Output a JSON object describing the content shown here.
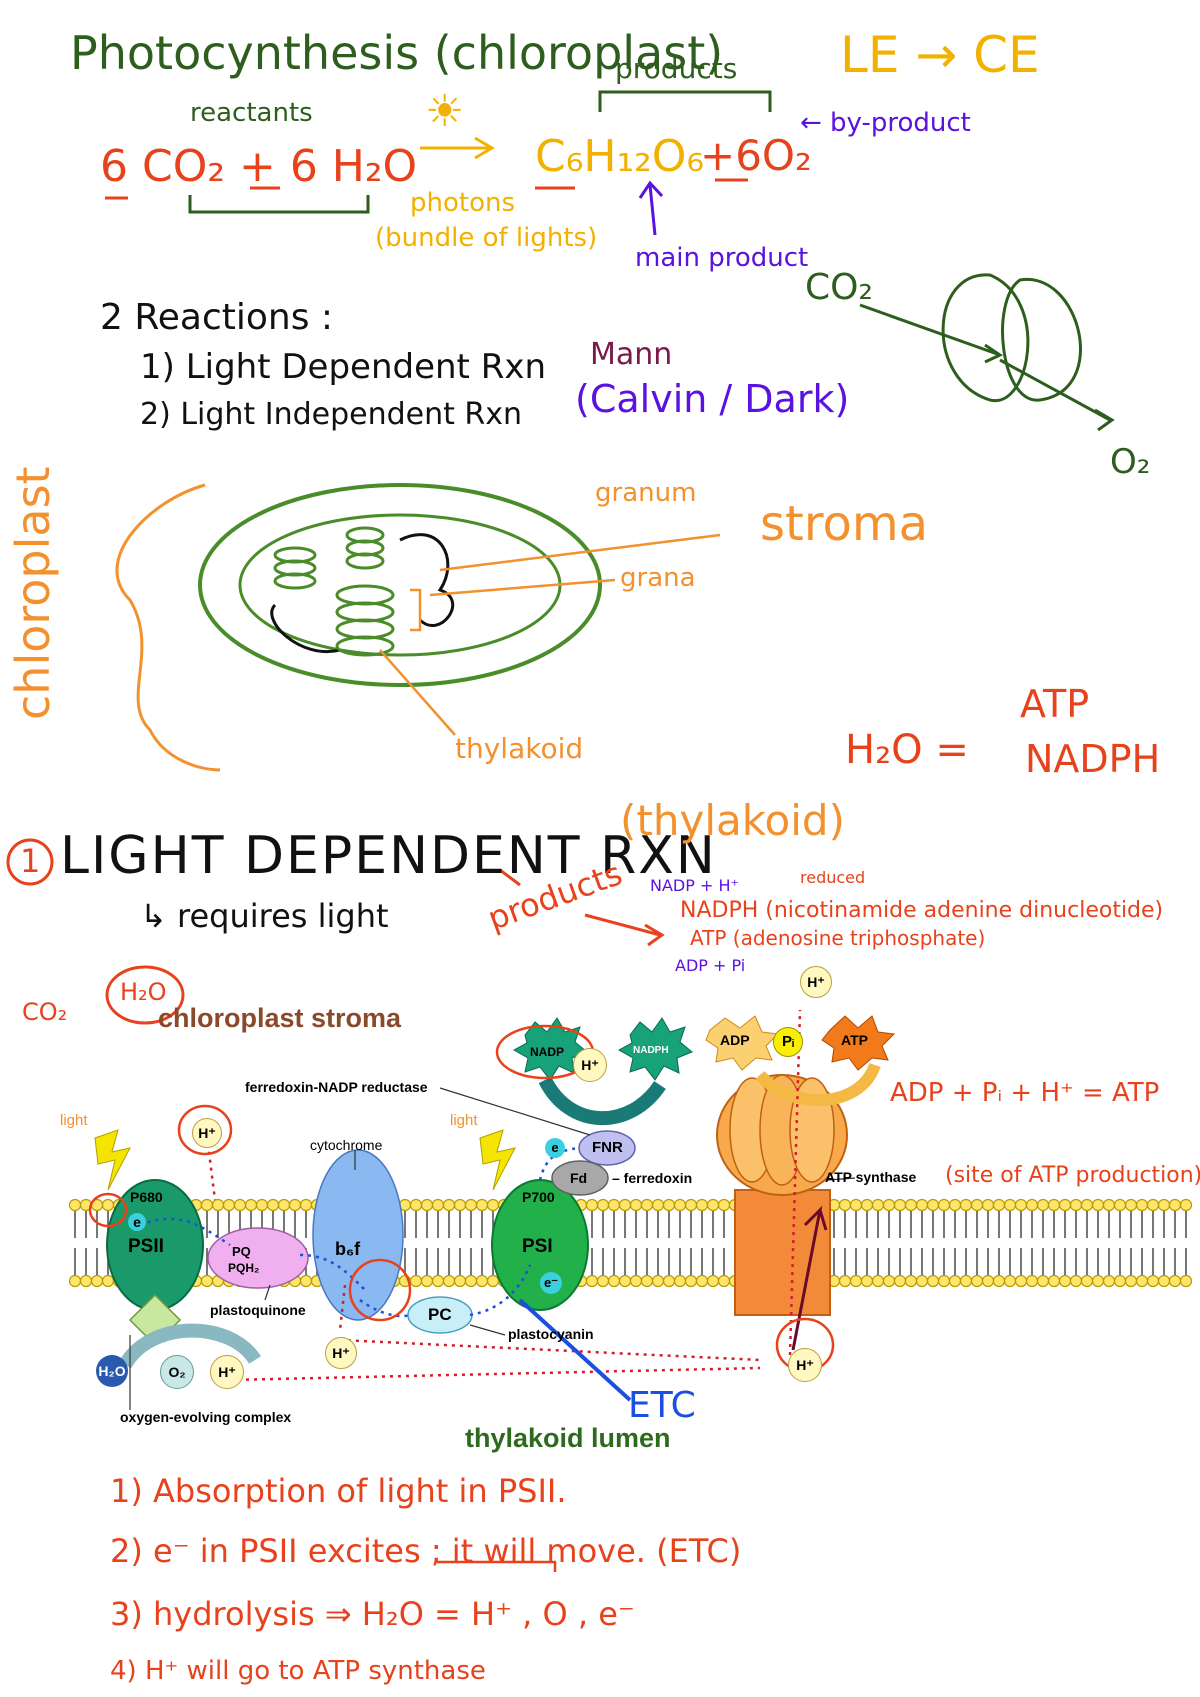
{
  "colors": {
    "green": "#2e5e1e",
    "red": "#e8421c",
    "yellow": "#f2b100",
    "purple": "#5a12e0",
    "orange": "#f2912e",
    "maroon": "#7a1a4a",
    "blue": "#1a4fe0"
  },
  "header": {
    "title": "Photocynthesis (chloroplast)",
    "le_ce": "LE → CE",
    "reactants": "reactants",
    "products": "products",
    "equation_left": "6 CO₂ + 6 H₂O",
    "sun": "☀",
    "photons": "photons",
    "bundle": "(bundle of lights)",
    "glucose": "C₆H₁₂O₆",
    "oxygen": "+6O₂",
    "byproduct": "← by-product",
    "main_product": "main product"
  },
  "reactions": {
    "heading": "2  Reactions :",
    "item1": "1)  Light Dependent Rxn",
    "item2": "2)  Light Independent Rxn",
    "mann": "Mann",
    "calvin": "(Calvin / Dark)"
  },
  "leaf": {
    "co2": "CO₂",
    "o2": "O₂"
  },
  "chloroplast_sketch": {
    "side_label": "chloroplast",
    "granum": "granum",
    "stroma": "stroma",
    "grana": "grana",
    "thylakoid": "thylakoid",
    "h2o_eq": "H₂O =",
    "atp": "ATP",
    "nadph": "NADPH"
  },
  "section1": {
    "number": "1",
    "title": "LIGHT DEPENDENT RXN",
    "location": "(thylakoid)",
    "requires": "↳ requires light",
    "products": "products",
    "nadp_h": "NADP + H⁺",
    "reduced": "reduced",
    "nadph_full": "NADPH (nicotinamide adenine dinucleotide)",
    "atp_full": "ATP (adenosine triphosphate)",
    "adp_pi": "ADP + Pi",
    "co_h2o": "CO₂",
    "h2o_circled": "H₂O"
  },
  "diagram": {
    "stroma_label": "chloroplast stroma",
    "lumen_label": "thylakoid lumen",
    "light1": "light",
    "light2": "light",
    "p680": "P680",
    "psii": "PSII",
    "p700": "P700",
    "psi": "PSI",
    "e": "e",
    "e_minus": "e⁻",
    "h_plus": "H⁺",
    "pq": "PQ",
    "pqh2": "PQH₂",
    "cytochrome": "cytochrome",
    "b6f": "b₆f",
    "plastoquinone": "plastoquinone",
    "pc": "PC",
    "plastocyanin": "plastocyanin",
    "fnr": "FNR",
    "fd": "Fd",
    "ferredoxin": "– ferredoxin",
    "fnr_label": "ferredoxin-NADP reductase",
    "nadp": "NADP",
    "nadph": "NADPH",
    "adp": "ADP",
    "pi": "Pᵢ",
    "atp": "ATP",
    "atp_synthase": "ATP synthase",
    "site_note": "(site of ATP production)",
    "adp_eq": "ADP + Pᵢ + H⁺ = ATP",
    "h2o": "H₂O",
    "o2": "O₂",
    "oec": "oxygen-evolving complex",
    "etc": "ETC"
  },
  "steps": [
    "1)  Absorption of light in PSII.",
    "2)  e⁻  in PSII  excites ;  it will move.  (ETC)",
    "3)  hydrolysis ⇒ H₂O = H⁺ , O , e⁻",
    "4)  H⁺ will go to ATP synthase"
  ]
}
